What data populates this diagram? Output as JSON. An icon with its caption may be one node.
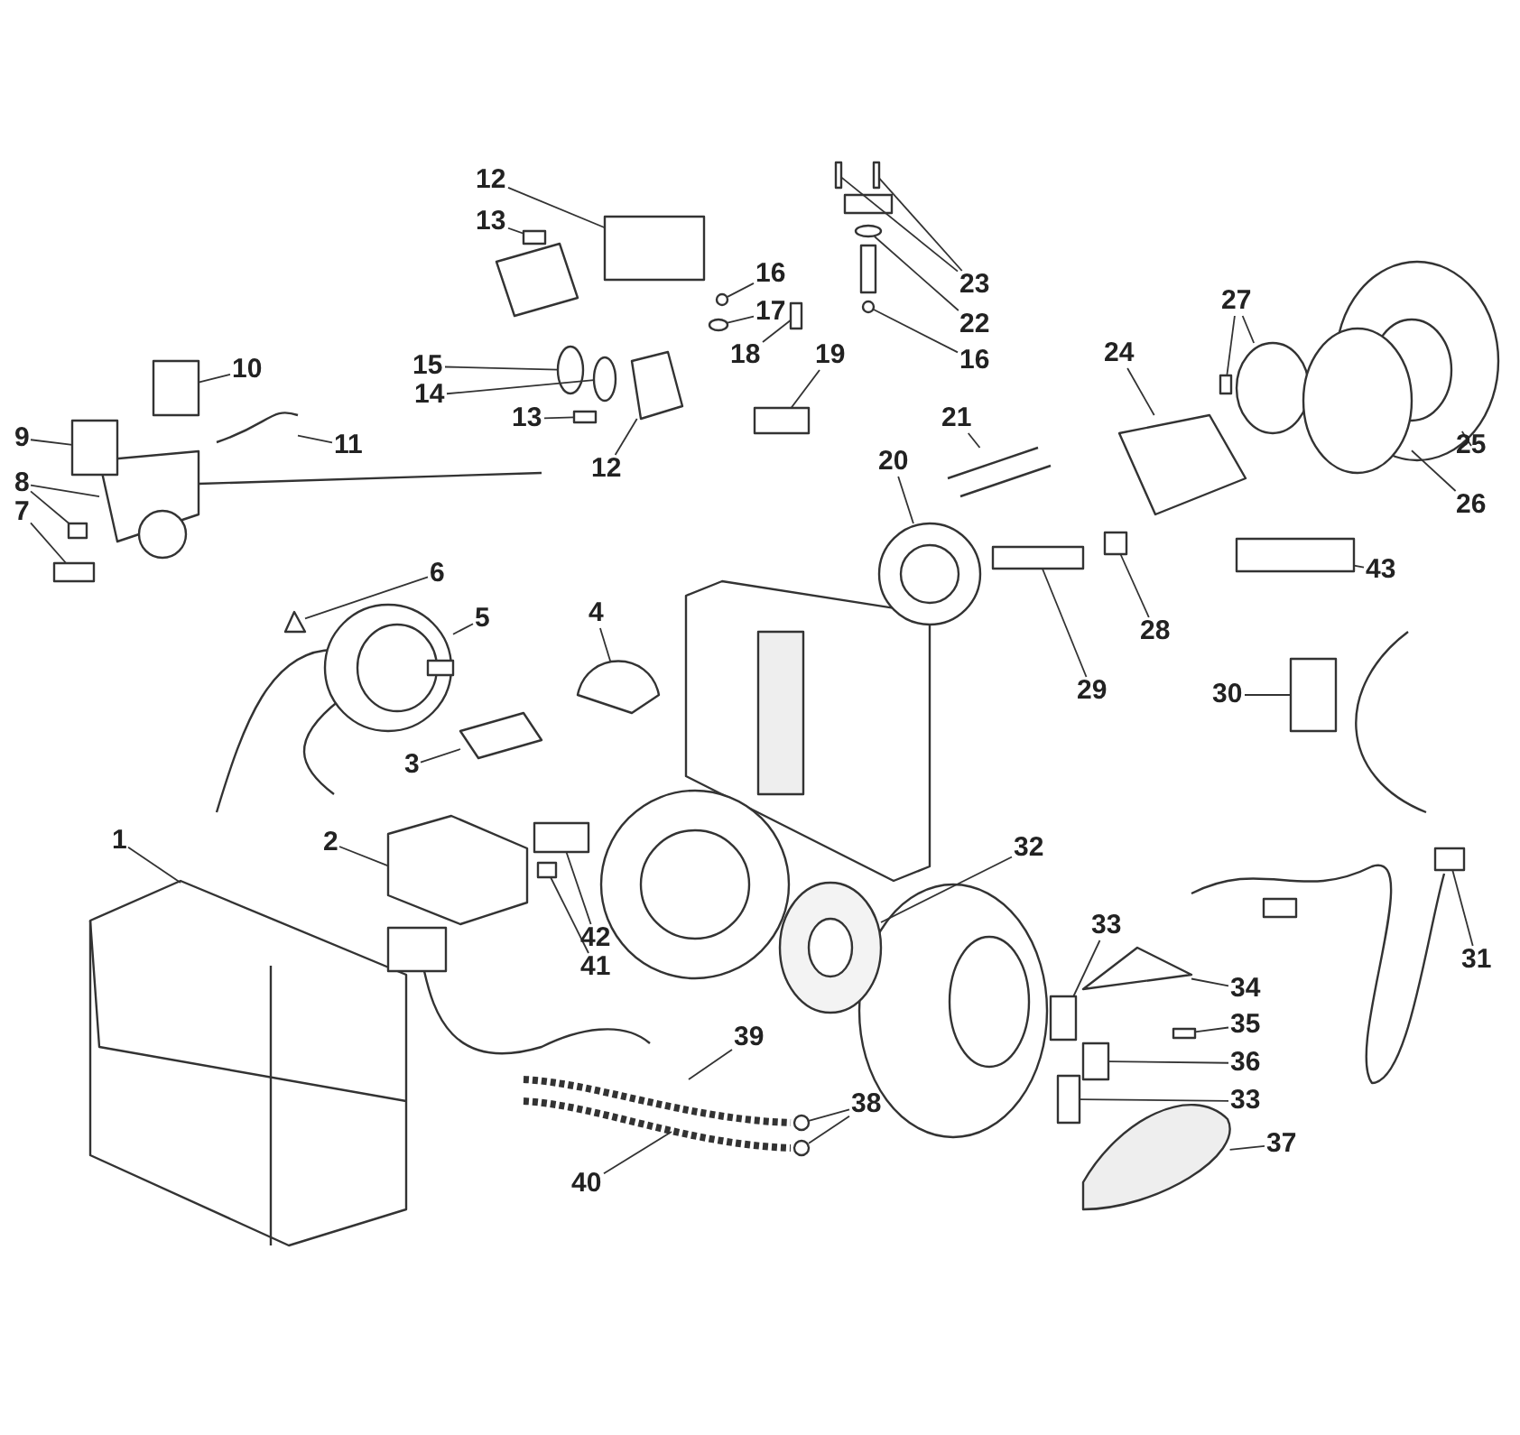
{
  "diagram": {
    "nodes": [
      {
        "text": [
          "12"
        ]
      },
      {
        "text": [
          "13"
        ]
      },
      {
        "text": [
          "16"
        ]
      },
      {
        "text": [
          "23"
        ]
      },
      {
        "text": [
          "17"
        ]
      },
      {
        "text": [
          "27"
        ]
      },
      {
        "text": [
          "22"
        ]
      },
      {
        "text": [
          "18"
        ]
      },
      {
        "text": [
          "19"
        ]
      },
      {
        "text": [
          "16"
        ]
      },
      {
        "text": [
          "24"
        ]
      },
      {
        "text": [
          "15"
        ]
      },
      {
        "text": [
          "10"
        ]
      },
      {
        "text": [
          "14"
        ]
      },
      {
        "text": [
          "13"
        ]
      },
      {
        "text": [
          "21"
        ]
      },
      {
        "text": [
          "9"
        ]
      },
      {
        "text": [
          "11"
        ]
      },
      {
        "text": [
          "25"
        ]
      },
      {
        "text": [
          "20"
        ]
      },
      {
        "text": [
          "12"
        ]
      },
      {
        "text": [
          "8"
        ]
      },
      {
        "text": [
          "26"
        ]
      },
      {
        "text": [
          "7"
        ]
      },
      {
        "text": [
          "43"
        ]
      },
      {
        "text": [
          "6"
        ]
      },
      {
        "text": [
          "4"
        ]
      },
      {
        "text": [
          "5"
        ]
      },
      {
        "text": [
          "28"
        ]
      },
      {
        "text": [
          "29"
        ]
      },
      {
        "text": [
          "30"
        ]
      },
      {
        "text": [
          "3"
        ]
      },
      {
        "text": [
          "2"
        ]
      },
      {
        "text": [
          "32"
        ]
      },
      {
        "text": [
          "1"
        ]
      },
      {
        "text": [
          "33"
        ]
      },
      {
        "text": [
          "42"
        ]
      },
      {
        "text": [
          "31"
        ]
      },
      {
        "text": [
          "41"
        ]
      },
      {
        "text": [
          "34"
        ]
      },
      {
        "text": [
          "35"
        ]
      },
      {
        "text": [
          "39"
        ]
      },
      {
        "text": [
          "36"
        ]
      },
      {
        "text": [
          "33"
        ]
      },
      {
        "text": [
          "38"
        ]
      },
      {
        "text": [
          "37"
        ]
      },
      {
        "text": [
          "40"
        ]
      },
      {
        "text": [],
        "shape": "picture"
      },
      {
        "text": [],
        "shape": "picture"
      },
      {
        "text": [],
        "shape": "picture"
      },
      {
        "text": [],
        "shape": "picture"
      },
      {
        "text": [],
        "shape": "picture"
      },
      {
        "text": [],
        "shape": "picture"
      },
      {
        "text": [],
        "shape": "box"
      },
      {
        "text": [],
        "shape": "picture"
      },
      {
        "text": [],
        "shape": "box"
      },
      {
        "text": [],
        "shape": "box"
      },
      {
        "text": [],
        "shape": "box"
      },
      {
        "text": [],
        "shape": "picture"
      },
      {
        "text": [],
        "shape": "box"
      },
      {
        "text": [],
        "shape": "box"
      },
      {
        "text": [],
        "shape": "circle"
      },
      {
        "text": [],
        "shape": "circle"
      },
      {
        "text": [],
        "shape": "box"
      },
      {
        "text": [],
        "shape": "picture"
      },
      {
        "text": [],
        "shape": "circle"
      },
      {
        "text": [],
        "shape": "circle"
      },
      {
        "text": [],
        "shape": "box"
      },
      {
        "text": [],
        "shape": "box"
      },
      {
        "text": [],
        "shape": "box"
      },
      {
        "text": [],
        "shape": "box"
      },
      {
        "text": [],
        "shape": "circle"
      },
      {
        "text": [],
        "shape": "circle"
      },
      {
        "text": [],
        "shape": "picture"
      },
      {
        "text": [],
        "shape": "picture"
      },
      {
        "text": [],
        "shape": "picture"
      },
      {
        "text": [],
        "shape": "circle"
      },
      {
        "text": [],
        "shape": "box"
      },
      {
        "text": [],
        "shape": "picture"
      },
      {
        "text": [],
        "shape": "circle"
      },
      {
        "text": [],
        "shape": "bar"
      },
      {
        "text": [],
        "shape": "box"
      },
      {
        "text": [],
        "shape": "box"
      },
      {
        "text": [],
        "shape": "box"
      },
      {
        "text": [],
        "shape": "box"
      },
      {
        "text": [],
        "shape": "picture"
      },
      {
        "text": [],
        "shape": "box"
      },
      {
        "text": [],
        "shape": "box"
      },
      {
        "text": [],
        "shape": "picture"
      },
      {
        "text": [],
        "shape": "box"
      },
      {
        "text": [],
        "shape": "box"
      },
      {
        "text": [],
        "shape": "picture"
      },
      {
        "text": [],
        "shape": "circle"
      },
      {
        "text": [],
        "shape": "circle"
      },
      {
        "text": [],
        "shape": "picture"
      },
      {
        "text": [],
        "shape": "picture"
      },
      {
        "text": [],
        "shape": "box"
      },
      {
        "text": [],
        "shape": "box"
      }
    ],
    "edges": [
      {
        "from": 0,
        "to": 59,
        "arrow": "none"
      },
      {
        "from": 1,
        "to": 60,
        "arrow": "none"
      },
      {
        "from": 2,
        "to": 65,
        "arrow": "none"
      },
      {
        "from": 3,
        "to": 69,
        "arrow": "none"
      },
      {
        "from": 3,
        "to": 70,
        "arrow": "none"
      },
      {
        "from": 4,
        "to": 66,
        "arrow": "none"
      },
      {
        "from": 5,
        "to": 76,
        "arrow": "none"
      },
      {
        "from": 5,
        "to": 77,
        "arrow": "none"
      },
      {
        "from": 6,
        "to": 71,
        "arrow": "none"
      },
      {
        "from": 7,
        "to": 67,
        "arrow": "none"
      },
      {
        "from": 8,
        "to": 68,
        "arrow": "none"
      },
      {
        "from": 9,
        "to": 72,
        "arrow": "none"
      },
      {
        "from": 10,
        "to": 75,
        "arrow": "none"
      },
      {
        "from": 11,
        "to": 61,
        "arrow": "none"
      },
      {
        "from": 12,
        "to": 57,
        "arrow": "none"
      },
      {
        "from": 13,
        "to": 62,
        "arrow": "none"
      },
      {
        "from": 14,
        "to": 63,
        "arrow": "none"
      },
      {
        "from": 15,
        "to": 73,
        "arrow": "none"
      },
      {
        "from": 16,
        "to": 56,
        "arrow": "none"
      },
      {
        "from": 17,
        "to": 58,
        "arrow": "none"
      },
      {
        "from": 18,
        "to": 78,
        "arrow": "none"
      },
      {
        "from": 19,
        "to": 74,
        "arrow": "none"
      },
      {
        "from": 20,
        "to": 64,
        "arrow": "none"
      },
      {
        "from": 21,
        "to": 54,
        "arrow": "none"
      },
      {
        "from": 21,
        "to": 55,
        "arrow": "none"
      },
      {
        "from": 22,
        "to": 79,
        "arrow": "none"
      },
      {
        "from": 23,
        "to": 53,
        "arrow": "none"
      },
      {
        "from": 24,
        "to": 80,
        "arrow": "none"
      },
      {
        "from": 25,
        "to": 52,
        "arrow": "none"
      },
      {
        "from": 26,
        "to": 50,
        "arrow": "none"
      },
      {
        "from": 27,
        "to": 51,
        "arrow": "none"
      },
      {
        "from": 28,
        "to": 81,
        "arrow": "none"
      },
      {
        "from": 29,
        "to": 82,
        "arrow": "none"
      },
      {
        "from": 30,
        "to": 83,
        "arrow": "none"
      },
      {
        "from": 31,
        "to": 49,
        "arrow": "none"
      },
      {
        "from": 32,
        "to": 48,
        "arrow": "none"
      },
      {
        "from": 33,
        "to": 85,
        "arrow": "none"
      },
      {
        "from": 34,
        "to": 47,
        "arrow": "none"
      },
      {
        "from": 35,
        "to": 86,
        "arrow": "none"
      },
      {
        "from": 36,
        "to": 97,
        "arrow": "none"
      },
      {
        "from": 37,
        "to": 84,
        "arrow": "none"
      },
      {
        "from": 38,
        "to": 96,
        "arrow": "none"
      },
      {
        "from": 39,
        "to": 88,
        "arrow": "none"
      },
      {
        "from": 40,
        "to": 89,
        "arrow": "none"
      },
      {
        "from": 41,
        "to": 94,
        "arrow": "none"
      },
      {
        "from": 42,
        "to": 90,
        "arrow": "none"
      },
      {
        "from": 43,
        "to": 87,
        "arrow": "none"
      },
      {
        "from": 44,
        "to": 92,
        "arrow": "none"
      },
      {
        "from": 44,
        "to": 93,
        "arrow": "none"
      },
      {
        "from": 45,
        "to": 91,
        "arrow": "none"
      },
      {
        "from": 46,
        "to": 95,
        "arrow": "none"
      }
    ]
  }
}
